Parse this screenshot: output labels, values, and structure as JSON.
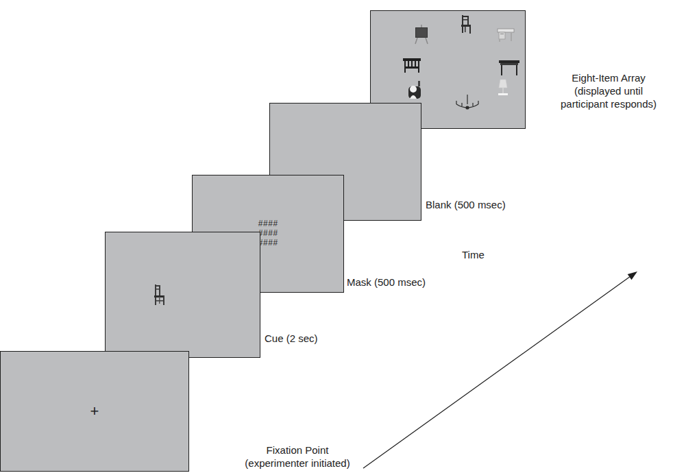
{
  "diagram": {
    "nodes": [
      {
        "text": [
          "+",
          "Fixation Point (experimenter initiated)"
        ]
      },
      {
        "text": [
          "Cue (2 sec)"
        ]
      },
      {
        "text": [
          "#### #### ####",
          "Mask (500 msec)"
        ]
      },
      {
        "text": [
          "Blank (500 msec)"
        ]
      },
      {
        "text": [
          "Eight-Item Array (displayed until participant responds)"
        ]
      }
    ],
    "labels": [
      "Time"
    ]
  }
}
